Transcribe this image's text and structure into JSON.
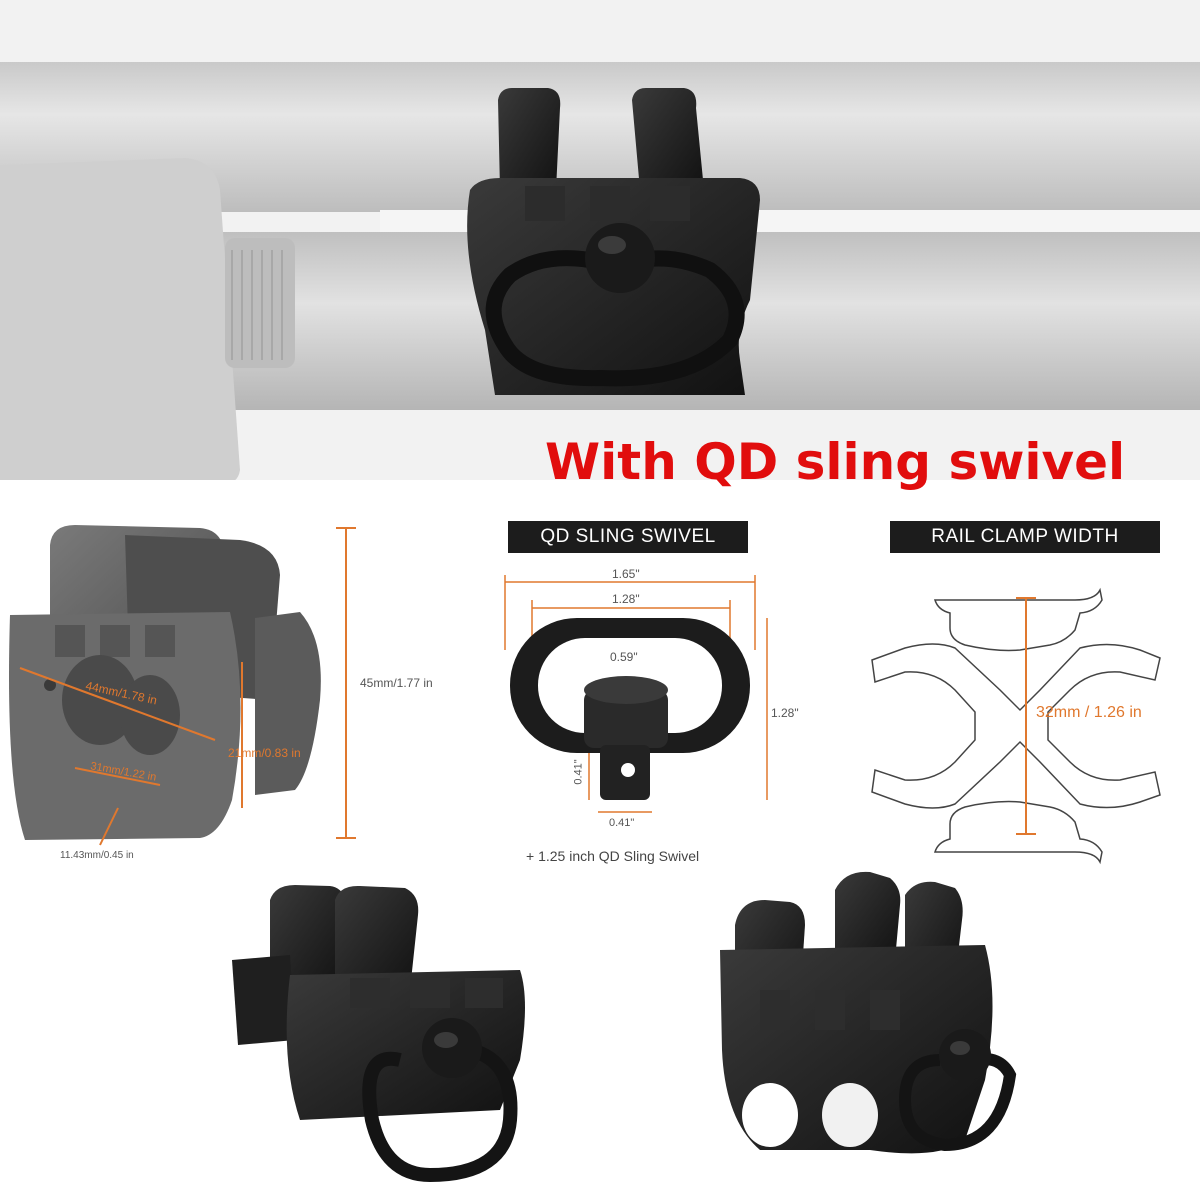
{
  "headline": "With QD sling swivel",
  "panels": {
    "qd_swivel": {
      "title": "QD SLING SWIVEL",
      "outer_width": "1.65\"",
      "inner_width": "1.28\"",
      "button_width": "0.59\"",
      "height": "1.28\"",
      "stud_height": "0.41\"",
      "stud_width": "0.41\"",
      "caption": "+ 1.25 inch QD Sling Swivel"
    },
    "rail_clamp": {
      "title": "RAIL CLAMP WIDTH",
      "width_label": "32mm / 1.26 in"
    },
    "mount_dims": {
      "height": "45mm/1.77 in",
      "length": "44mm/1.78 in",
      "side": "21mm/0.83 in",
      "rail": "31mm/1.22 in",
      "slot": "11.43mm/0.45 in"
    }
  },
  "colors": {
    "headline": "#e10d0d",
    "dimension": "#e0782e",
    "metal": "#1e1e1e",
    "barrel": "#d7d7d7"
  }
}
